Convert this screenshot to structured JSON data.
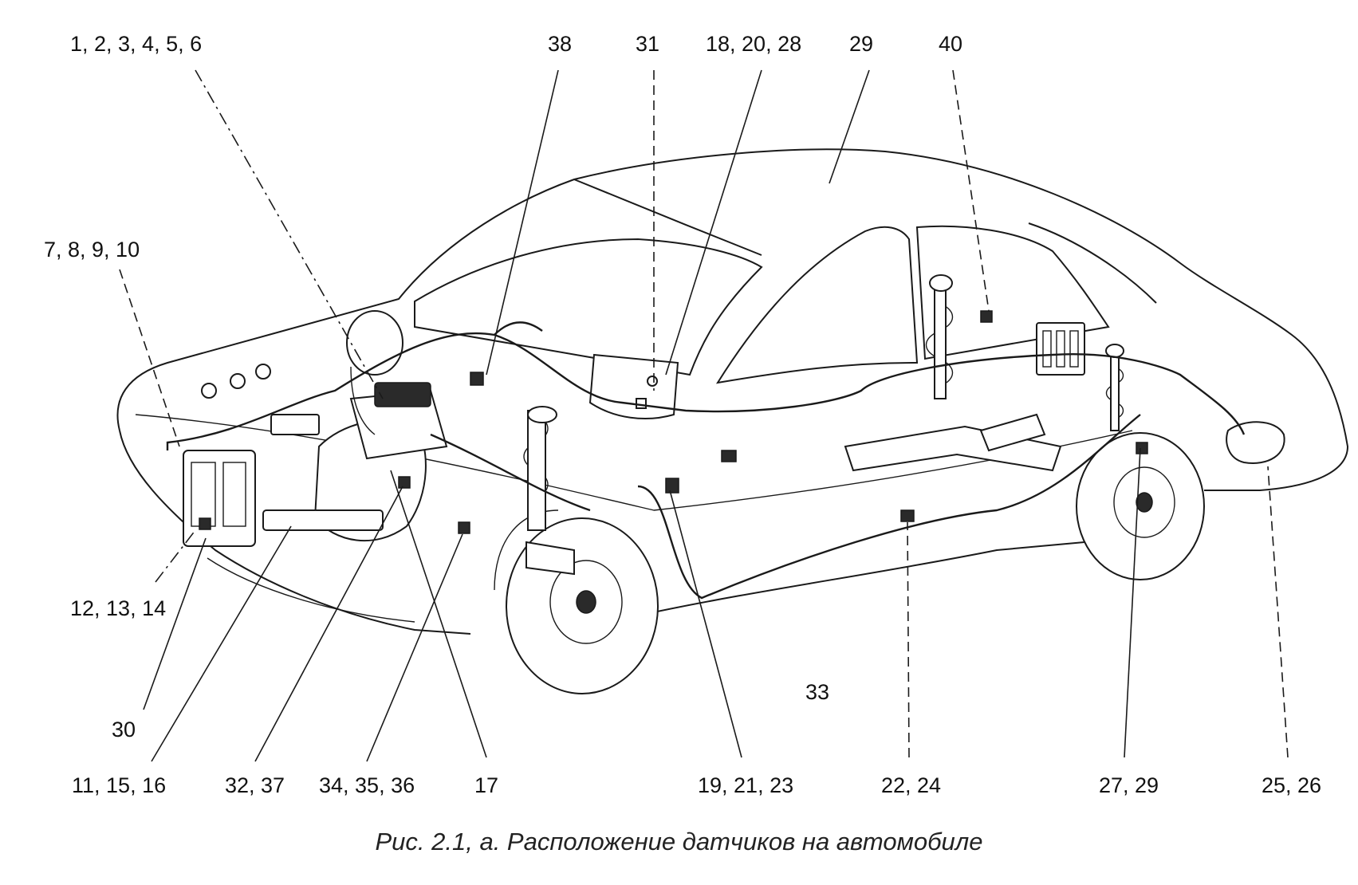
{
  "caption": "Рис. 2.1, а. Расположение датчиков на автомобиле",
  "callouts": [
    {
      "id": "c1",
      "text": "1, 2, 3, 4, 5, 6"
    },
    {
      "id": "c2",
      "text": "38"
    },
    {
      "id": "c3",
      "text": "31"
    },
    {
      "id": "c4",
      "text": "18, 20, 28"
    },
    {
      "id": "c5",
      "text": "29"
    },
    {
      "id": "c6",
      "text": "40"
    },
    {
      "id": "c7",
      "text": "7, 8, 9, 10"
    },
    {
      "id": "c8",
      "text": "12, 13, 14"
    },
    {
      "id": "c9",
      "text": "30"
    },
    {
      "id": "c10",
      "text": "11, 15, 16"
    },
    {
      "id": "c11",
      "text": "32, 37"
    },
    {
      "id": "c12",
      "text": "34, 35, 36"
    },
    {
      "id": "c13",
      "text": "17"
    },
    {
      "id": "c14",
      "text": "19, 21, 23"
    },
    {
      "id": "c15",
      "text": "33"
    },
    {
      "id": "c16",
      "text": "22, 24"
    },
    {
      "id": "c17",
      "text": "27, 29"
    },
    {
      "id": "c18",
      "text": "25, 26"
    }
  ]
}
